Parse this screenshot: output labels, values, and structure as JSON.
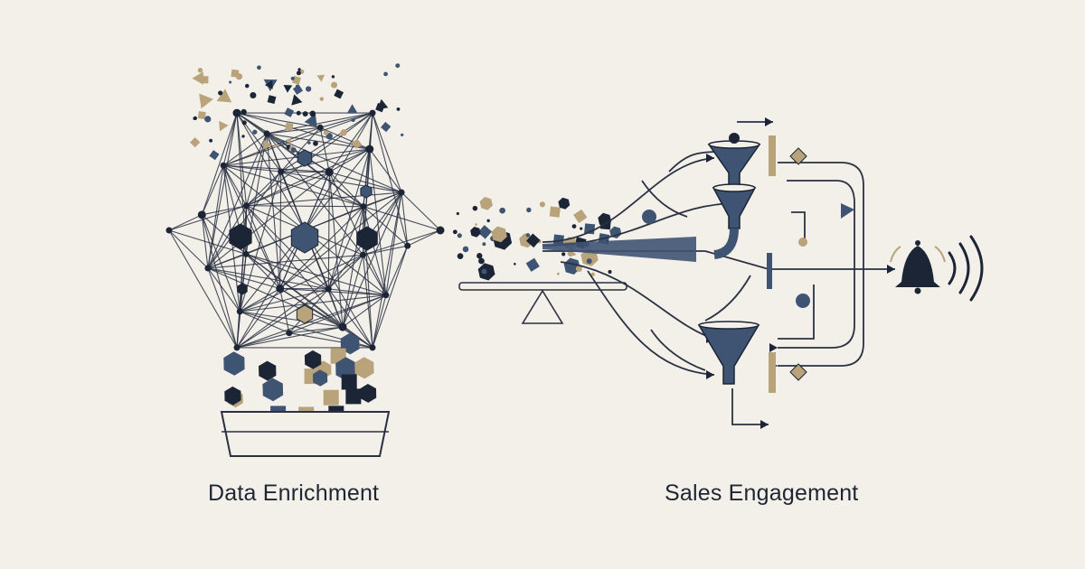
{
  "labels": {
    "left": "Data Enrichment",
    "right": "Sales Engagement"
  },
  "colors": {
    "background": "#f3f0ea",
    "navy": "#1c2536",
    "slate": "#3f5373",
    "gold": "#b9a37a",
    "line": "#2a3141"
  },
  "icons": {
    "network": "hexagonal-network-graph",
    "tray": "data-tray",
    "balance": "balance-scale",
    "funnels": "sales-funnel",
    "bell": "notification-bell-icon"
  }
}
